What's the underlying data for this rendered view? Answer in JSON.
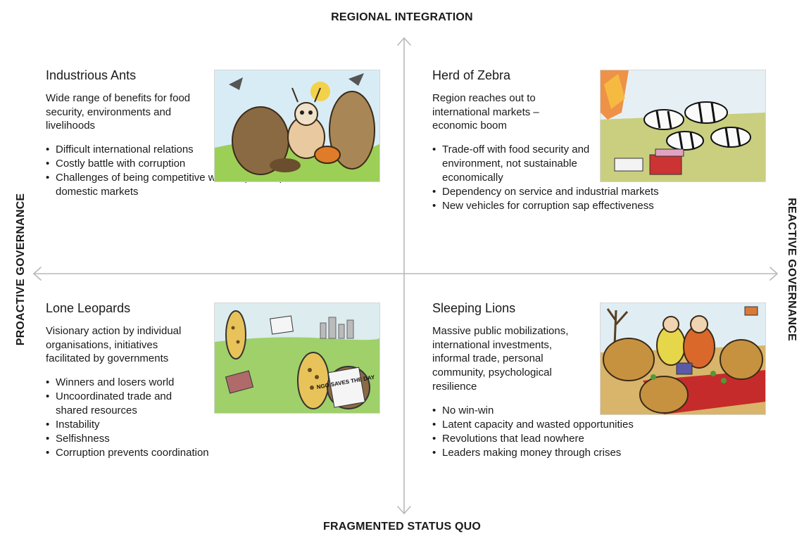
{
  "axes": {
    "top": "REGIONAL INTEGRATION",
    "bottom": "FRAGMENTED STATUS QUO",
    "left": "PROACTIVE GOVERNANCE",
    "right": "REACTIVE GOVERNANCE"
  },
  "quadrants": {
    "top_left": {
      "title": "Industrious Ants",
      "description": "Wide range of benefits for food security, environments and livelihoods",
      "bullets": [
        "Difficult international relations",
        "Costly battle with corruption",
        "Challenges of being competitive with crops and products aimed at domestic markets"
      ]
    },
    "top_right": {
      "title": "Herd of Zebra",
      "description": "Region reaches out to international markets – economic boom",
      "bullets": [
        "Trade-off with food security and environment, not sustainable economically",
        "Dependency on service and industrial markets",
        "New vehicles for corruption sap effectiveness"
      ]
    },
    "bottom_left": {
      "title": "Lone Leopards",
      "description": "Visionary action by individual organisations, initiatives facilitated by governments",
      "bullets": [
        "Winners and losers world",
        "Uncoordinated trade and shared resources",
        "Instability",
        "Selfishness",
        "Corruption prevents coordination"
      ]
    },
    "bottom_right": {
      "title": "Sleeping Lions",
      "description": "Massive public mobilizations, international investments, informal trade, personal community, psychological resilience",
      "bullets": [
        "No win-win",
        "Latent capacity and wasted opportunities",
        "Revolutions that lead nowhere",
        "Leaders making money through crises"
      ]
    }
  },
  "cartoon_text": {
    "leopards_sign": "NGO SAVES THE DAY"
  }
}
